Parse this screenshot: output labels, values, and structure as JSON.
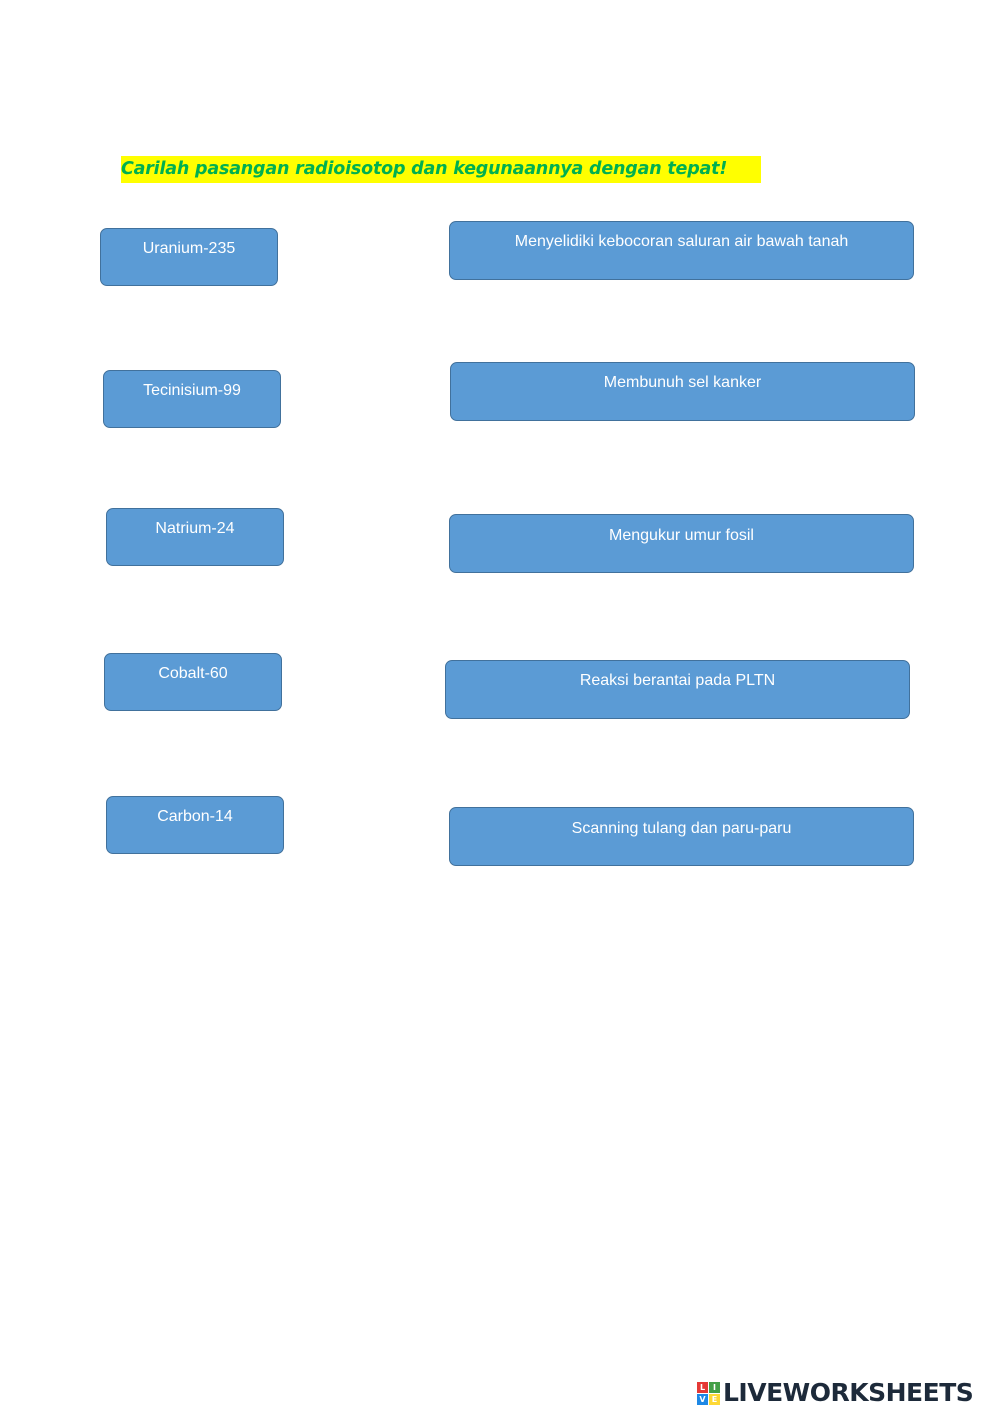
{
  "title": "Carilah pasangan radioisotop dan kegunaannya dengan tepat!",
  "isotopes": [
    "Uranium-235",
    "Tecinisium-99",
    "Natrium-24",
    "Cobalt-60",
    "Carbon-14"
  ],
  "uses": [
    "Menyelidiki kebocoran saluran air bawah tanah",
    "Membunuh sel kanker",
    "Mengukur umur fosil",
    "Reaksi berantai pada PLTN",
    "Scanning tulang dan paru-paru"
  ],
  "logo": {
    "icon_letters": [
      "L",
      "I",
      "V",
      "E"
    ],
    "icon_colors": [
      "#e53935",
      "#43a047",
      "#1e88e5",
      "#fdd835"
    ],
    "text": "LIVEWORKSHEETS"
  },
  "colors": {
    "box_fill": "#5b9bd5",
    "box_border": "#41719c",
    "title_text": "#00b050",
    "title_highlight": "#ffff00"
  }
}
